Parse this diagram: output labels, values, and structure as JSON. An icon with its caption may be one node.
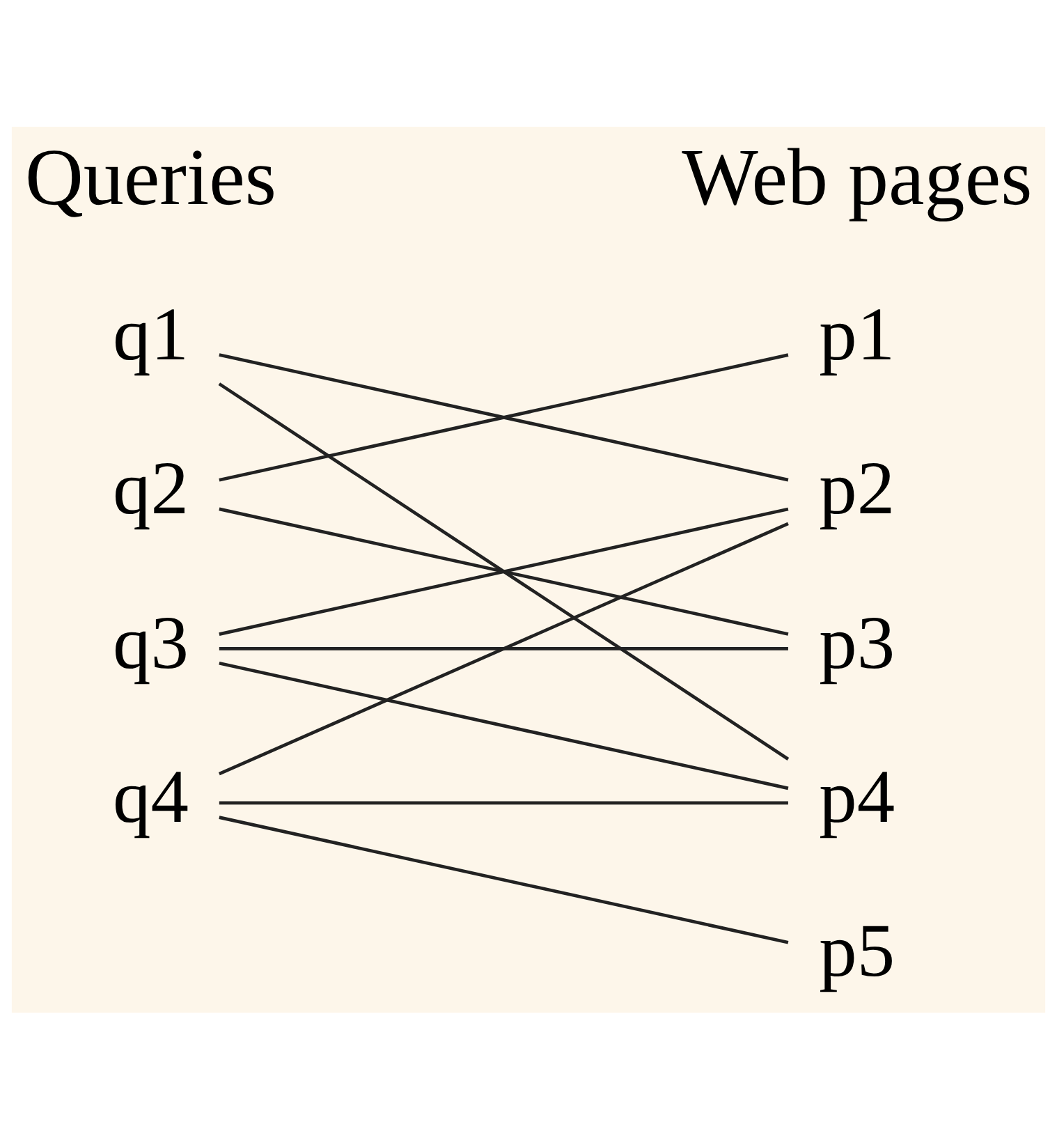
{
  "diagram": {
    "nodes": [
      {
        "text": [
          "q1"
        ]
      },
      {
        "text": [
          "q2"
        ]
      },
      {
        "text": [
          "q3"
        ]
      },
      {
        "text": [
          "q4"
        ]
      },
      {
        "text": [
          "p1"
        ]
      },
      {
        "text": [
          "p2"
        ]
      },
      {
        "text": [
          "p3"
        ]
      },
      {
        "text": [
          "p4"
        ]
      },
      {
        "text": [
          "p5"
        ]
      }
    ],
    "edges": [
      {
        "from": 0,
        "to": 5,
        "arrow": "none"
      },
      {
        "from": 0,
        "to": 7,
        "arrow": "none"
      },
      {
        "from": 1,
        "to": 4,
        "arrow": "none"
      },
      {
        "from": 1,
        "to": 6,
        "arrow": "none"
      },
      {
        "from": 2,
        "to": 5,
        "arrow": "none"
      },
      {
        "from": 2,
        "to": 6,
        "arrow": "none"
      },
      {
        "from": 2,
        "to": 7,
        "arrow": "none"
      },
      {
        "from": 3,
        "to": 5,
        "arrow": "none"
      },
      {
        "from": 3,
        "to": 7,
        "arrow": "none"
      },
      {
        "from": 3,
        "to": 8,
        "arrow": "none"
      }
    ],
    "labels": [
      "Queries",
      "Web pages"
    ]
  }
}
